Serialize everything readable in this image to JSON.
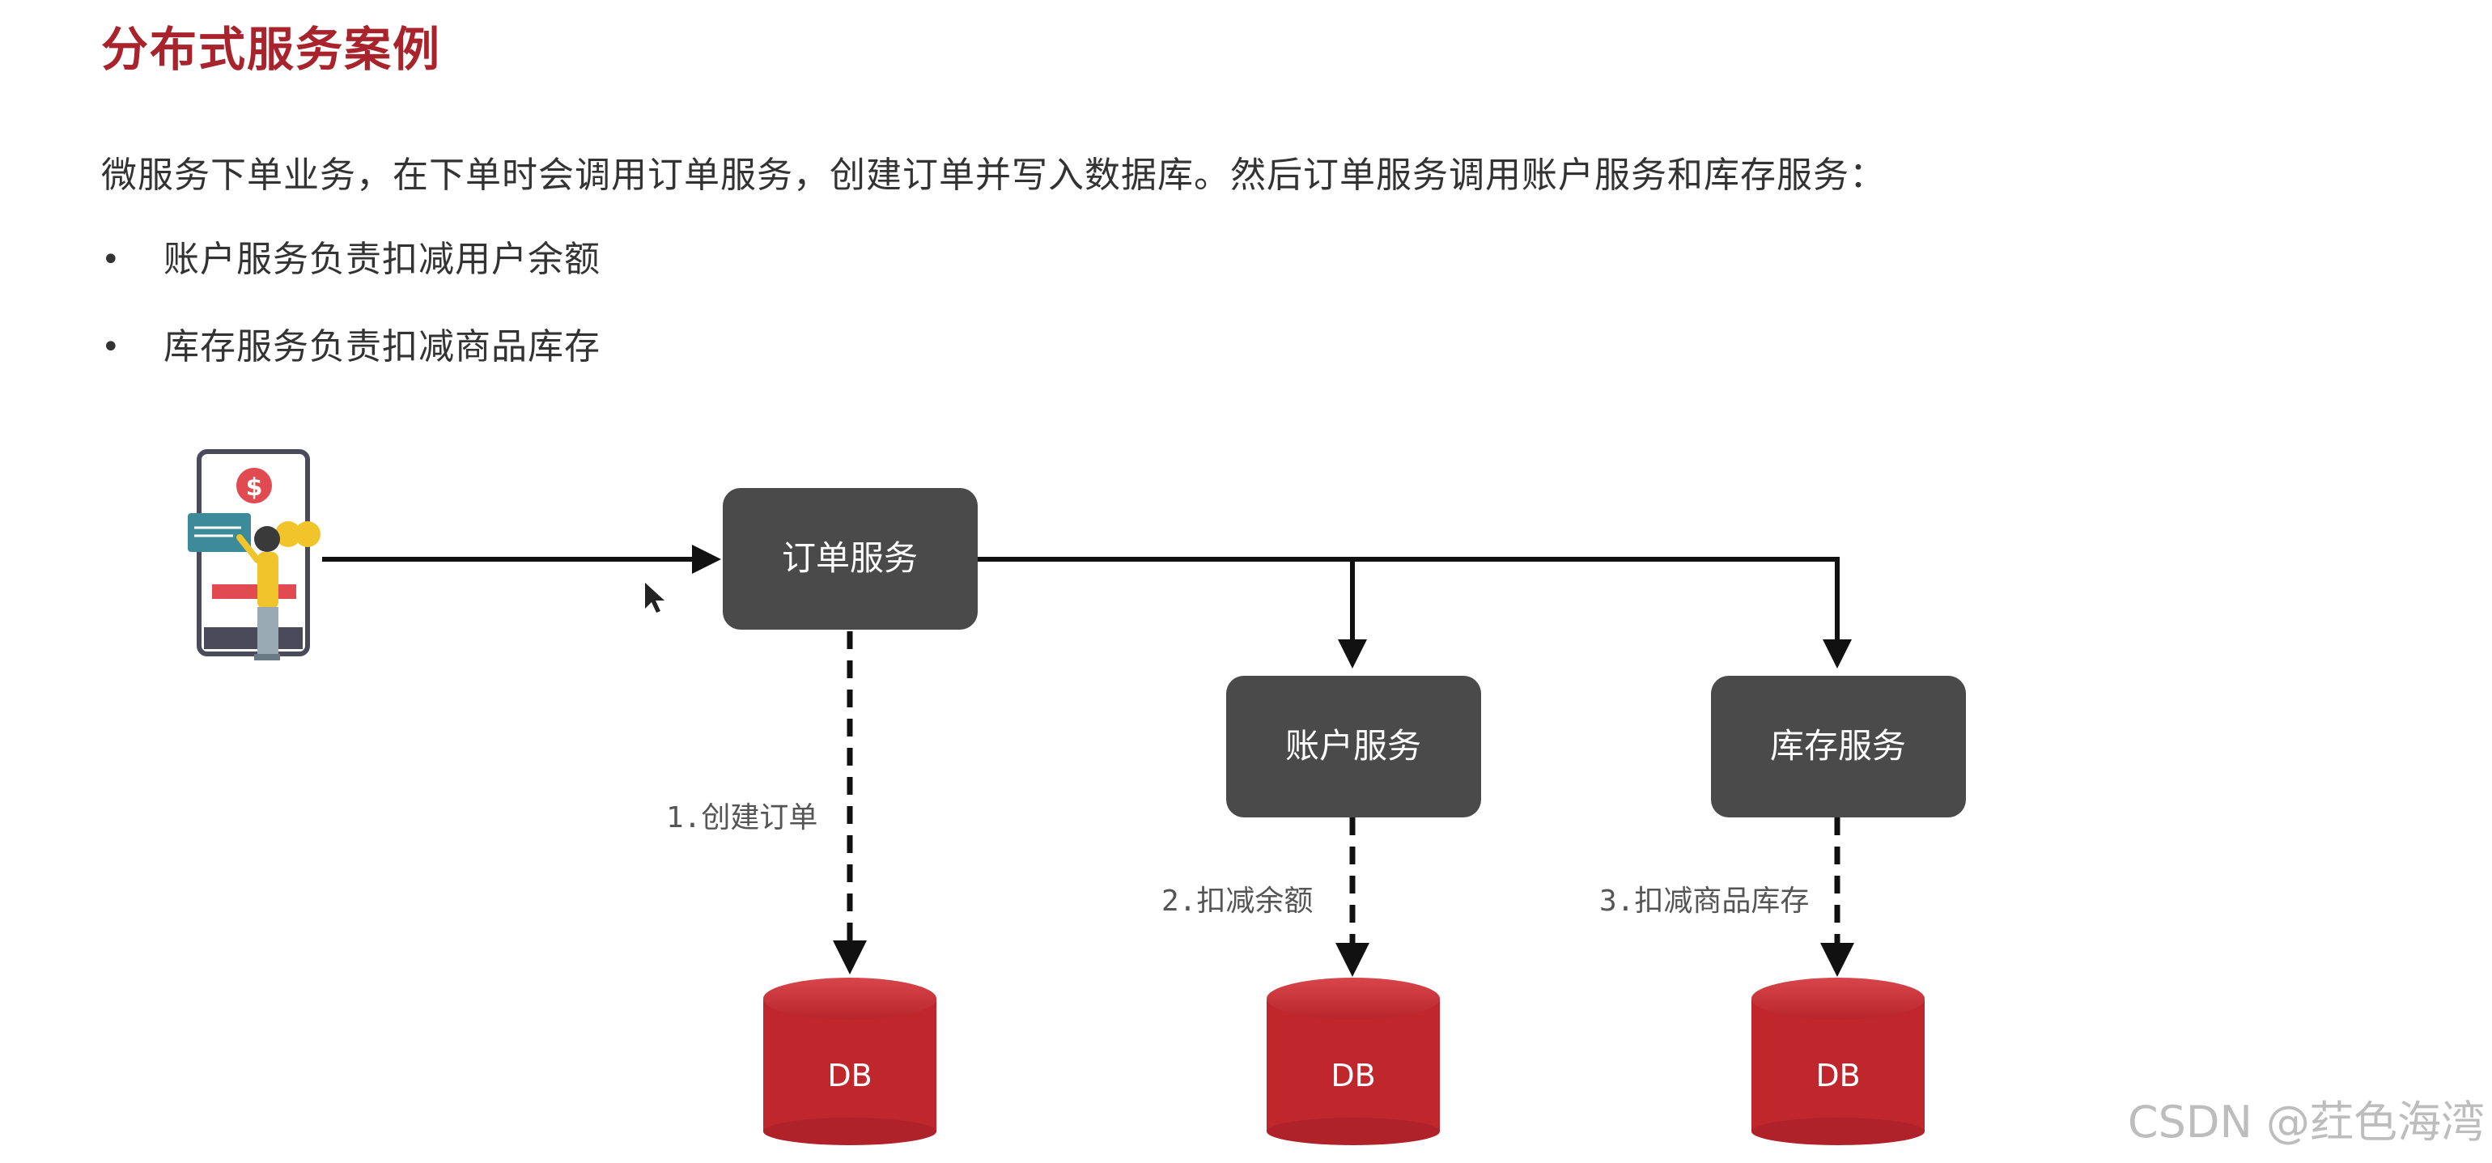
{
  "title": "分布式服务案例",
  "intro": "微服务下单业务，在下单时会调用订单服务，创建订单并写入数据库。然后订单服务调用账户服务和库存服务：",
  "bullets": [
    "账户服务负责扣减用户余额",
    "库存服务负责扣减商品库存"
  ],
  "diagram": {
    "services": {
      "order": "订单服务",
      "account": "账户服务",
      "inventory": "库存服务"
    },
    "steps": {
      "create_order": "1.创建订单",
      "deduct_balance": "2.扣减余额",
      "deduct_stock": "3.扣减商品库存"
    },
    "db_labels": [
      "DB",
      "DB",
      "DB"
    ],
    "colors": {
      "title": "#a8232b",
      "service_box": "#4a4a4a",
      "database": "#c0272d",
      "arrow": "#111111"
    }
  },
  "watermark": "CSDN @荭色海湾"
}
